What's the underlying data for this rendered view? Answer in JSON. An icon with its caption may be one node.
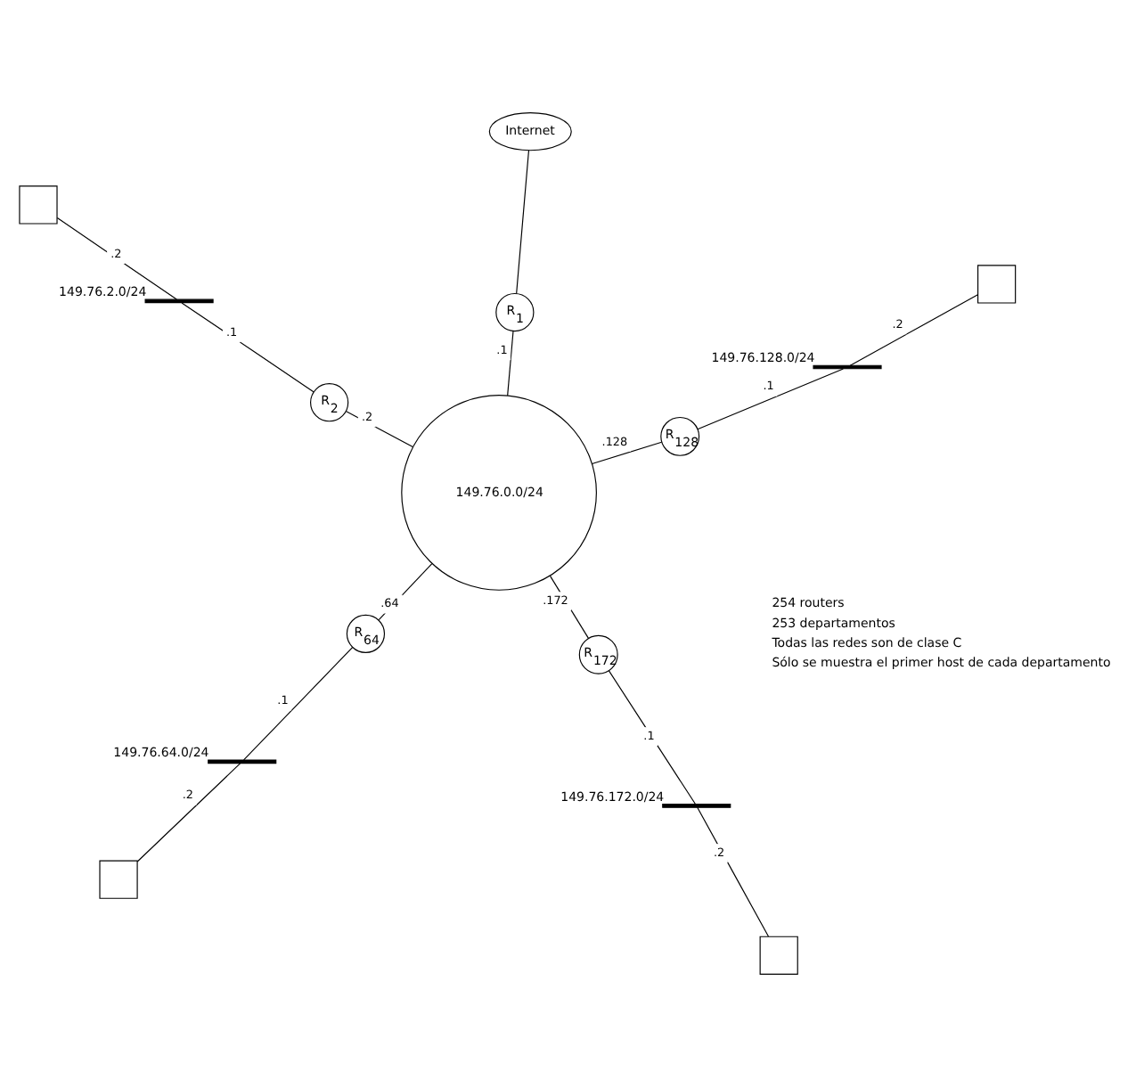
{
  "diagram": {
    "nodes": [
      {
        "text": [
          "Internet"
        ]
      },
      {
        "text": [
          "R$_{1}$"
        ]
      },
      {
        "text": [],
        "shape": "box"
      },
      {
        "text": [],
        "shape": "bar",
        "beside": [
          "149.76.2.0/24"
        ]
      },
      {
        "text": [
          "R$_{2}$"
        ]
      },
      {
        "text": [],
        "shape": "bar",
        "beside": [
          "149.76.172.0/24"
        ]
      },
      {
        "text": [],
        "shape": "box"
      },
      {
        "text": [
          "R$_{172}$"
        ]
      },
      {
        "text": [
          "149.76.0.0/24"
        ]
      },
      {
        "text": [
          "R$_{64}$"
        ]
      },
      {
        "text": [],
        "shape": "bar",
        "beside": [
          "149.76.64.0/24"
        ]
      },
      {
        "text": [],
        "shape": "box"
      },
      {
        "text": [
          "R$_{128}$"
        ]
      },
      {
        "text": [],
        "shape": "bar",
        "beside": [
          "149.76.128.0/24"
        ]
      },
      {
        "text": [],
        "shape": "box"
      }
    ],
    "edges": [
      {
        "from": 0,
        "to": 1,
        "arrow": "none"
      },
      {
        "from": 1,
        "to": 8,
        "arrow": "none",
        "label": ".1"
      },
      {
        "from": 2,
        "to": 3,
        "arrow": "none",
        "label": ".2"
      },
      {
        "from": 3,
        "to": 4,
        "arrow": "none",
        "label": ".1"
      },
      {
        "from": 4,
        "to": 8,
        "arrow": "none",
        "label": ".2"
      },
      {
        "from": 6,
        "to": 5,
        "arrow": "none",
        "label": ".2"
      },
      {
        "from": 5,
        "to": 7,
        "arrow": "none",
        "label": ".1"
      },
      {
        "from": 7,
        "to": 8,
        "arrow": "none",
        "label": ".172"
      },
      {
        "from": 8,
        "to": 9,
        "arrow": "none",
        "label": ".64"
      },
      {
        "from": 9,
        "to": 10,
        "arrow": "none",
        "label": ".1"
      },
      {
        "from": 10,
        "to": 11,
        "arrow": "none",
        "label": ".2"
      },
      {
        "from": 8,
        "to": 12,
        "arrow": "none",
        "label": ".128"
      },
      {
        "from": 12,
        "to": 13,
        "arrow": "none",
        "label": ".1"
      },
      {
        "from": 13,
        "to": 14,
        "arrow": "none",
        "label": ".2"
      }
    ],
    "labels": [
      "254 routers",
      "253 departamentos",
      "Todas las redes son de clase C",
      "Sólo se muestra el primer host de cada departamento"
    ]
  }
}
